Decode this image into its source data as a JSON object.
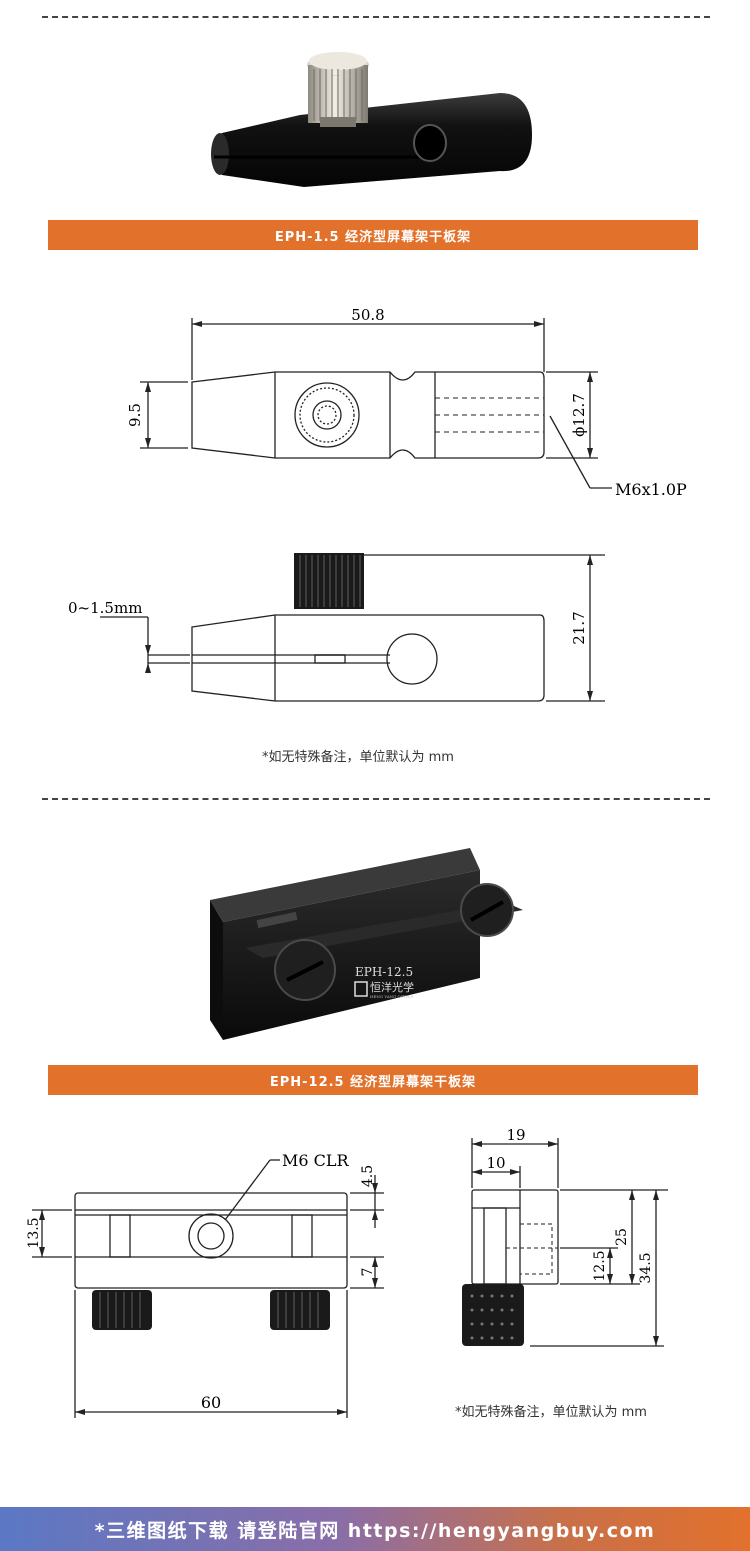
{
  "section1": {
    "banner": "EPH-1.5   经济型屏幕架干板架",
    "dims": {
      "length": "50.8",
      "height": "9.5",
      "diameter": "ϕ12.7",
      "thread": "M6x1.0P",
      "gap": "0~1.5mm",
      "total_height": "21.7"
    },
    "note": "*如无特殊备注，单位默认为 mm"
  },
  "section2": {
    "banner": "EPH-12.5   经济型屏幕架干板架",
    "product_label": "EPH-12.5",
    "brand": "恒洋光学",
    "brand_sub": "HENG YANG OPTICS",
    "dims": {
      "clr": "M6 CLR",
      "top": "4.5",
      "left": "13.5",
      "bottom": "7",
      "width": "60",
      "depth": "19",
      "half": "10",
      "h1": "12.5",
      "h2": "25",
      "h3": "34.5"
    },
    "note": "*如无特殊备注，单位默认为 mm"
  },
  "footer": "*三维图纸下载 请登陆官网 https://hengyangbuy.com"
}
